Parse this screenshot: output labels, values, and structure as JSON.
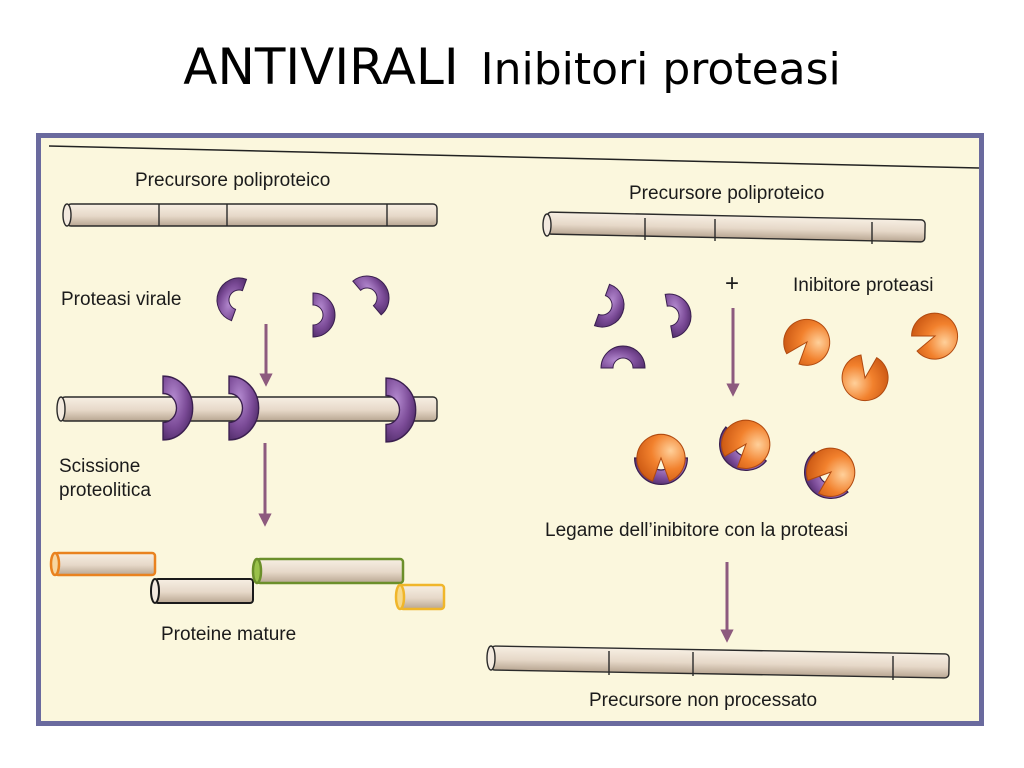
{
  "slide": {
    "title_main": "ANTIVIRALI",
    "title_sub": "Inibitori proteasi"
  },
  "diagram": {
    "left": {
      "precursor_label": "Precursore poliproteico",
      "protease_label": "Proteasi virale",
      "cleavage_label_line1": "Scissione",
      "cleavage_label_line2": "proteolitica",
      "mature_label": "Proteine mature"
    },
    "right": {
      "precursor_label": "Precursore poliproteico",
      "plus_sign": "+",
      "inhibitor_label": "Inibitore proteasi",
      "binding_label": "Legame dell’inibitore con la proteasi",
      "unprocessed_label": "Precursore non processato"
    }
  },
  "colors": {
    "background": "#fbf7dd",
    "frame_border": "#6a6a9e",
    "precursor_rod": "#e8dccd",
    "protease_purple": "#7b4b97",
    "inhibitor_orange": "#f07a2a",
    "arrow": "#8d5a7e",
    "mature_orange_outline": "#e9821f",
    "mature_green_outline": "#6b8f2a",
    "mature_yellow_outline": "#f0b62a"
  }
}
